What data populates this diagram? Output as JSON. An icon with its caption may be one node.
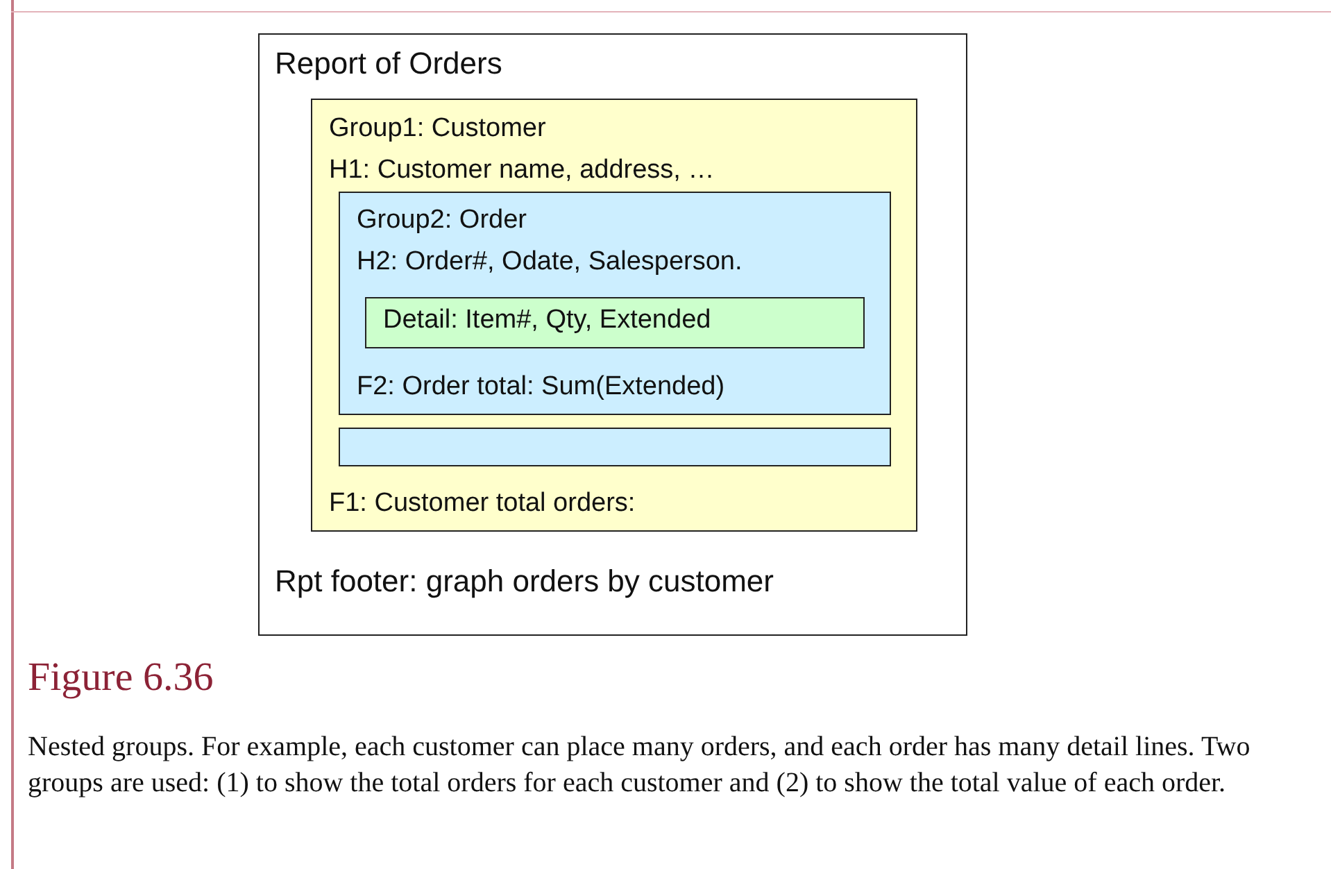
{
  "diagram": {
    "title": "Figure 6.36",
    "caption": "Nested groups. For example, each customer can place many orders, and each order has many detail lines. Two groups are used: (1) to show the total orders for each customer and (2) to show the total value of each order.",
    "nodes": [
      {
        "text": [
          "Report of Orders",
          "Rpt footer: graph orders by customer"
        ]
      },
      {
        "text": [
          "Group1: Customer",
          "H1: Customer name, address, …",
          "F1: Customer total orders:"
        ],
        "in": 0
      },
      {
        "text": [
          "Group2: Order",
          "H2: Order#, Odate, Salesperson.",
          "F2: Order total: Sum(Extended)"
        ],
        "in": 1
      },
      {
        "text": [
          "Detail: Item#, Qty, Extended"
        ],
        "in": 2
      },
      {
        "text": [],
        "shape": "bar",
        "in": 1
      }
    ]
  }
}
